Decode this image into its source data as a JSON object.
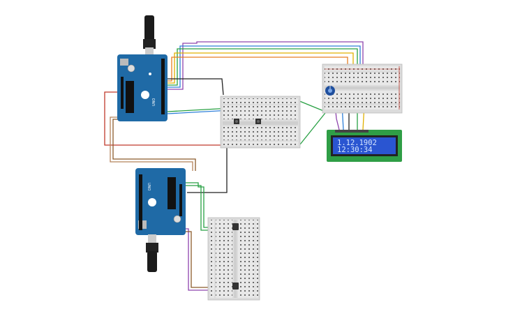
{
  "lcd": {
    "line1": "1.12.1902",
    "line2": "12:30:34"
  },
  "boards": {
    "top_label": "UNO",
    "bottom_label": "UNO"
  },
  "colors": {
    "arduino_blue": "#1f6aa6",
    "breadboard": "#e6e6e6",
    "lcd_pcb": "#2f9e46",
    "lcd_screen": "#2a55d1",
    "wire_red": "#c0392b",
    "wire_black": "#222222",
    "wire_green": "#27a043",
    "wire_purple": "#8e44ad",
    "wire_yellow": "#e0b000",
    "wire_blue": "#2d7fd8",
    "wire_orange": "#e67e22",
    "wire_brown": "#8b5a2b"
  }
}
